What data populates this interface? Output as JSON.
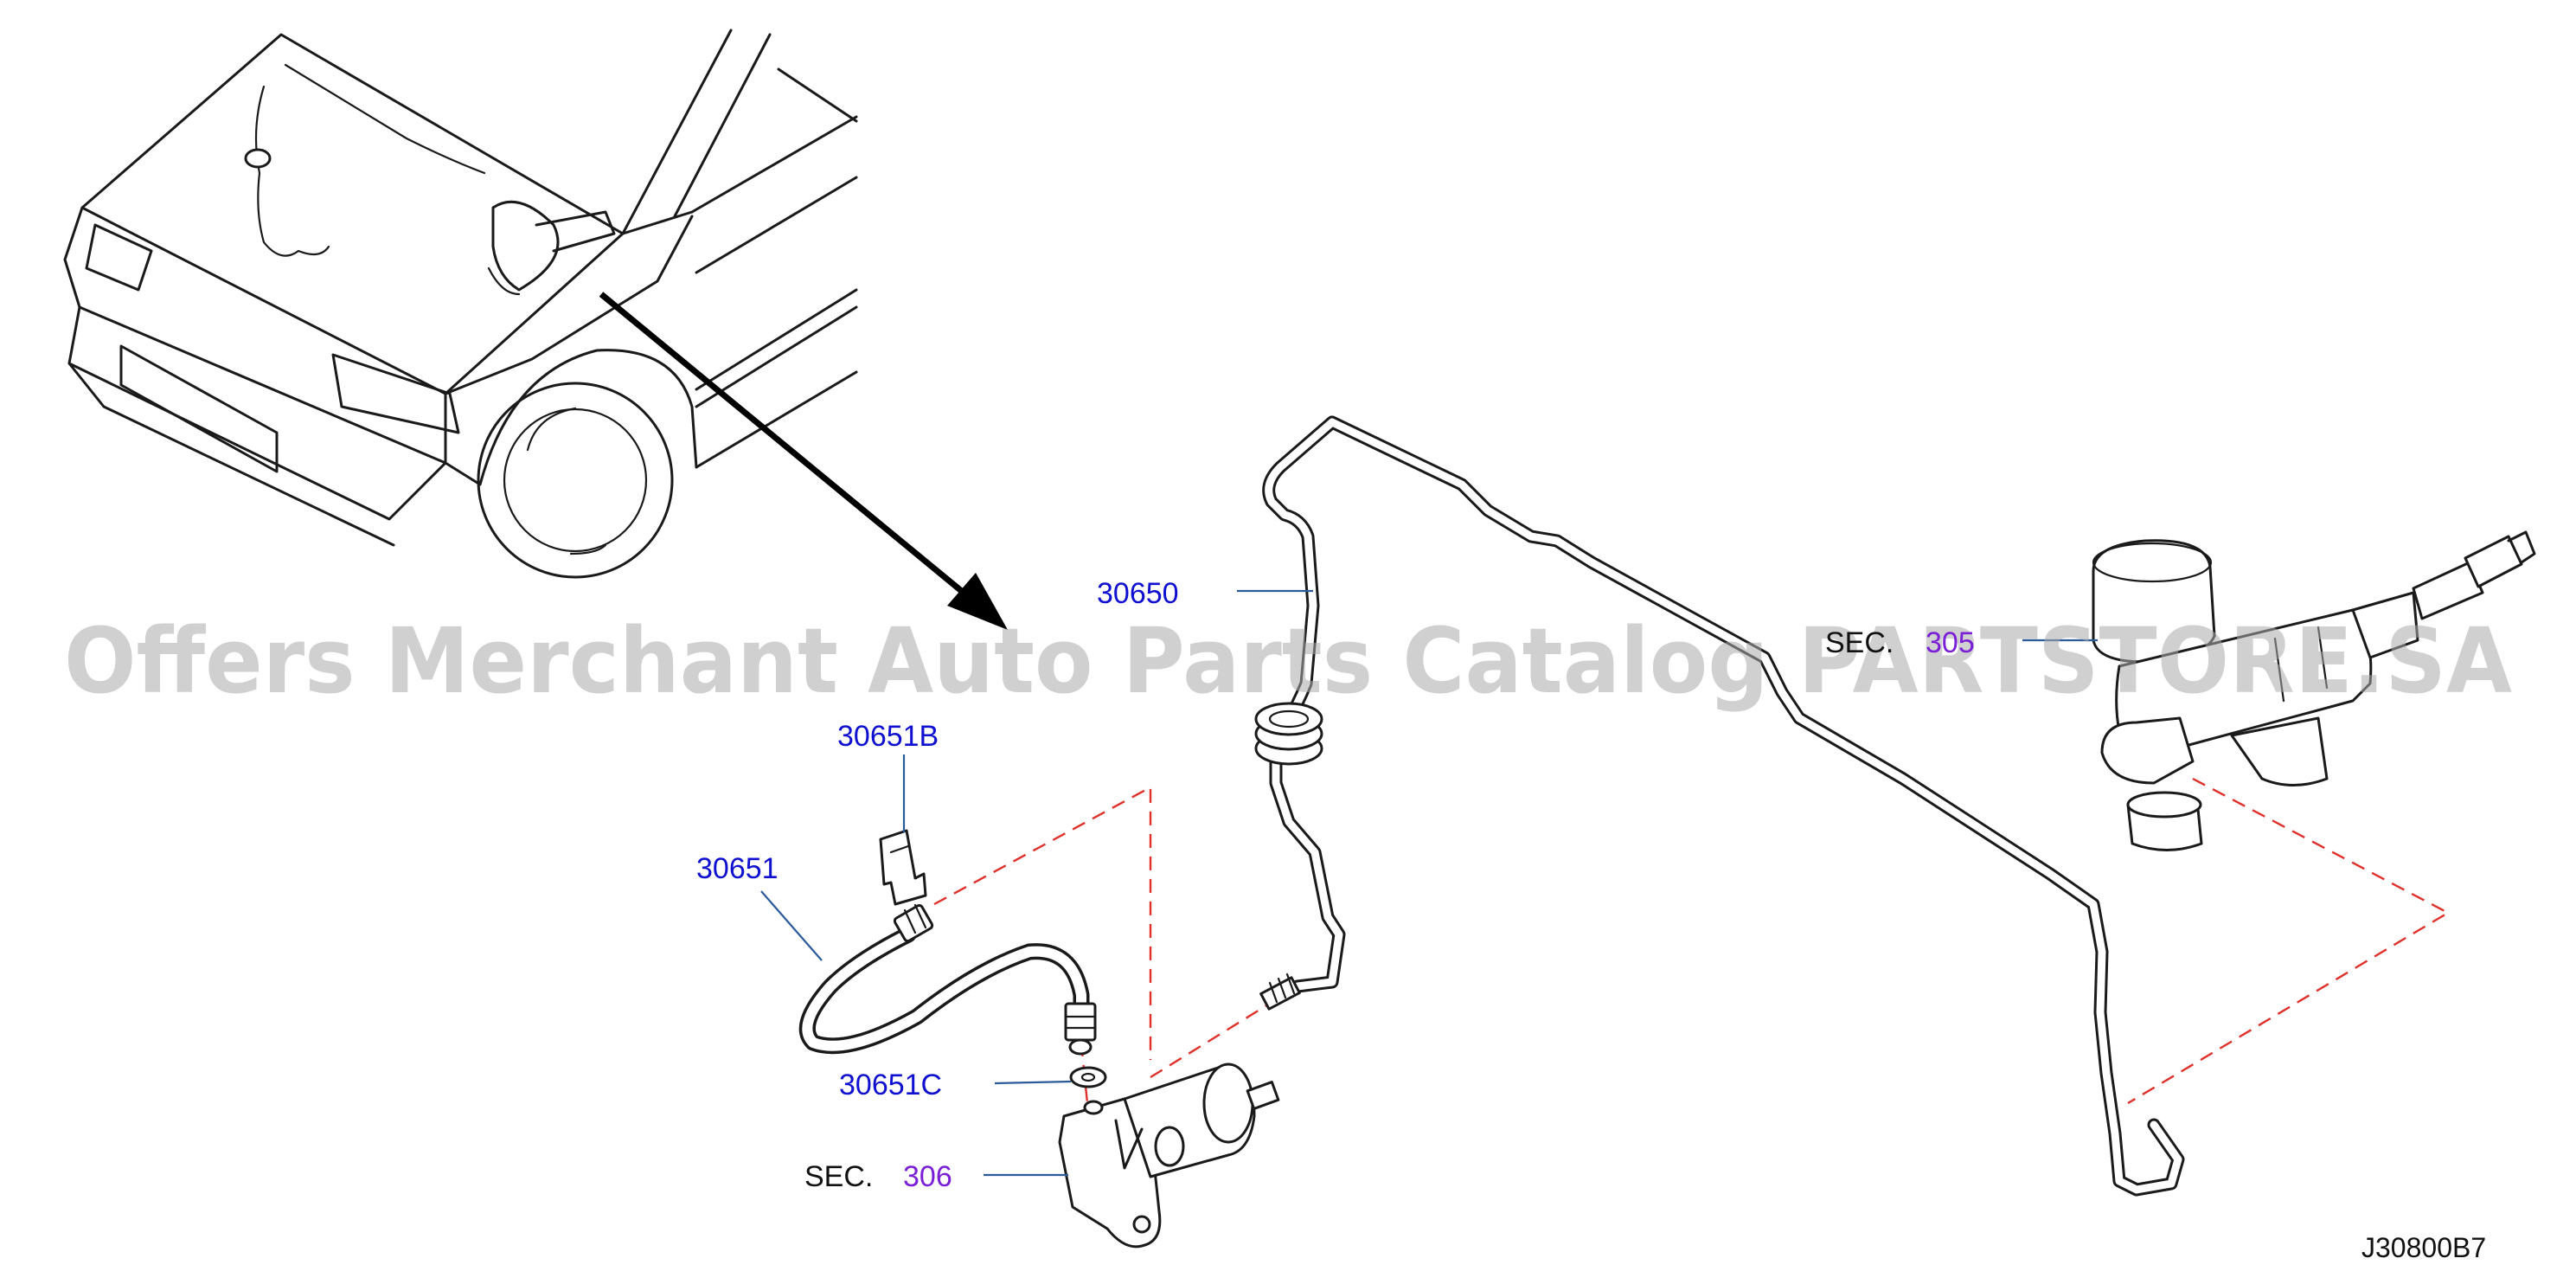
{
  "diagram_code": "J30800B7",
  "watermark": "Offers Merchant Auto Parts Catalog PARTSTORE.SA",
  "parts": [
    {
      "id": "pipe",
      "number": "30650"
    },
    {
      "id": "clip",
      "number": "30651B"
    },
    {
      "id": "hose",
      "number": "30651"
    },
    {
      "id": "washer",
      "number": "30651C"
    }
  ],
  "section_refs": [
    {
      "id": "operating-cylinder",
      "prefix": "SEC.",
      "number": "306"
    },
    {
      "id": "master-cylinder",
      "prefix": "SEC.",
      "number": "305"
    }
  ],
  "colors": {
    "part_number": "#1010d0",
    "section_number": "#7a1fd6",
    "leader": "#2a5a9a",
    "dashed_guide": "#e0302a",
    "line_art": "#1a1a1a"
  }
}
